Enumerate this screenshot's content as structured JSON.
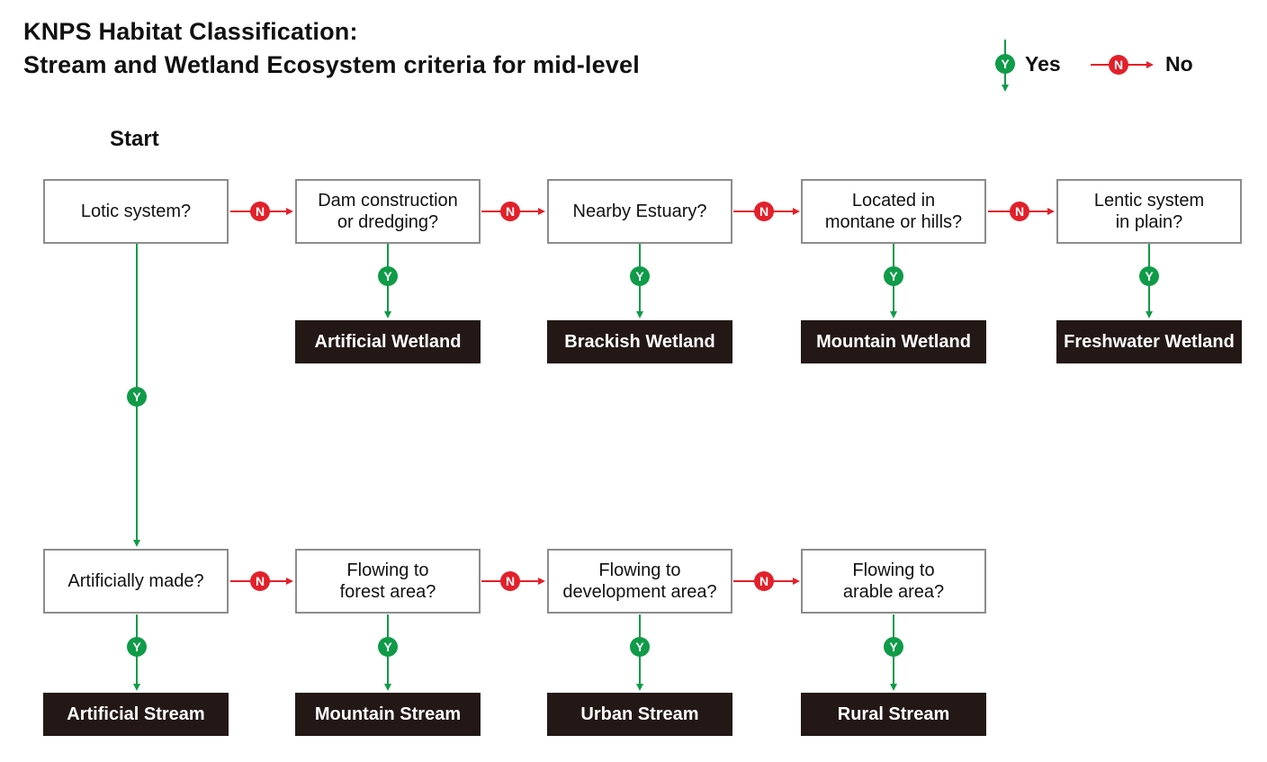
{
  "title": [
    "KNPS Habitat Classification:",
    "Stream and Wetland Ecosystem criteria for mid-level"
  ],
  "legend": {
    "yes_marker": "Y",
    "yes_label": "Yes",
    "no_marker": "N",
    "no_label": "No"
  },
  "start_label": "Start",
  "colors": {
    "yes": "#0f9b48",
    "no": "#e2202a",
    "box_border": "#8c8c8c",
    "outcome_fill": "#231815"
  },
  "questions": {
    "lotic": "Lotic system?",
    "dam": "Dam construction\nor dredging?",
    "estuary": "Nearby Estuary?",
    "montane": "Located in\nmontane or hills?",
    "lentic": "Lentic system\nin plain?",
    "artificial": "Artificially made?",
    "forest": "Flowing to\nforest area?",
    "development": "Flowing to\ndevelopment area?",
    "arable": "Flowing to\narable area?"
  },
  "outcomes": {
    "artificial_wetland": "Artificial Wetland",
    "brackish_wetland": "Brackish Wetland",
    "mountain_wetland": "Mountain Wetland",
    "freshwater_wetland": "Freshwater Wetland",
    "artificial_stream": "Artificial Stream",
    "mountain_stream": "Mountain Stream",
    "urban_stream": "Urban Stream",
    "rural_stream": "Rural Stream"
  }
}
